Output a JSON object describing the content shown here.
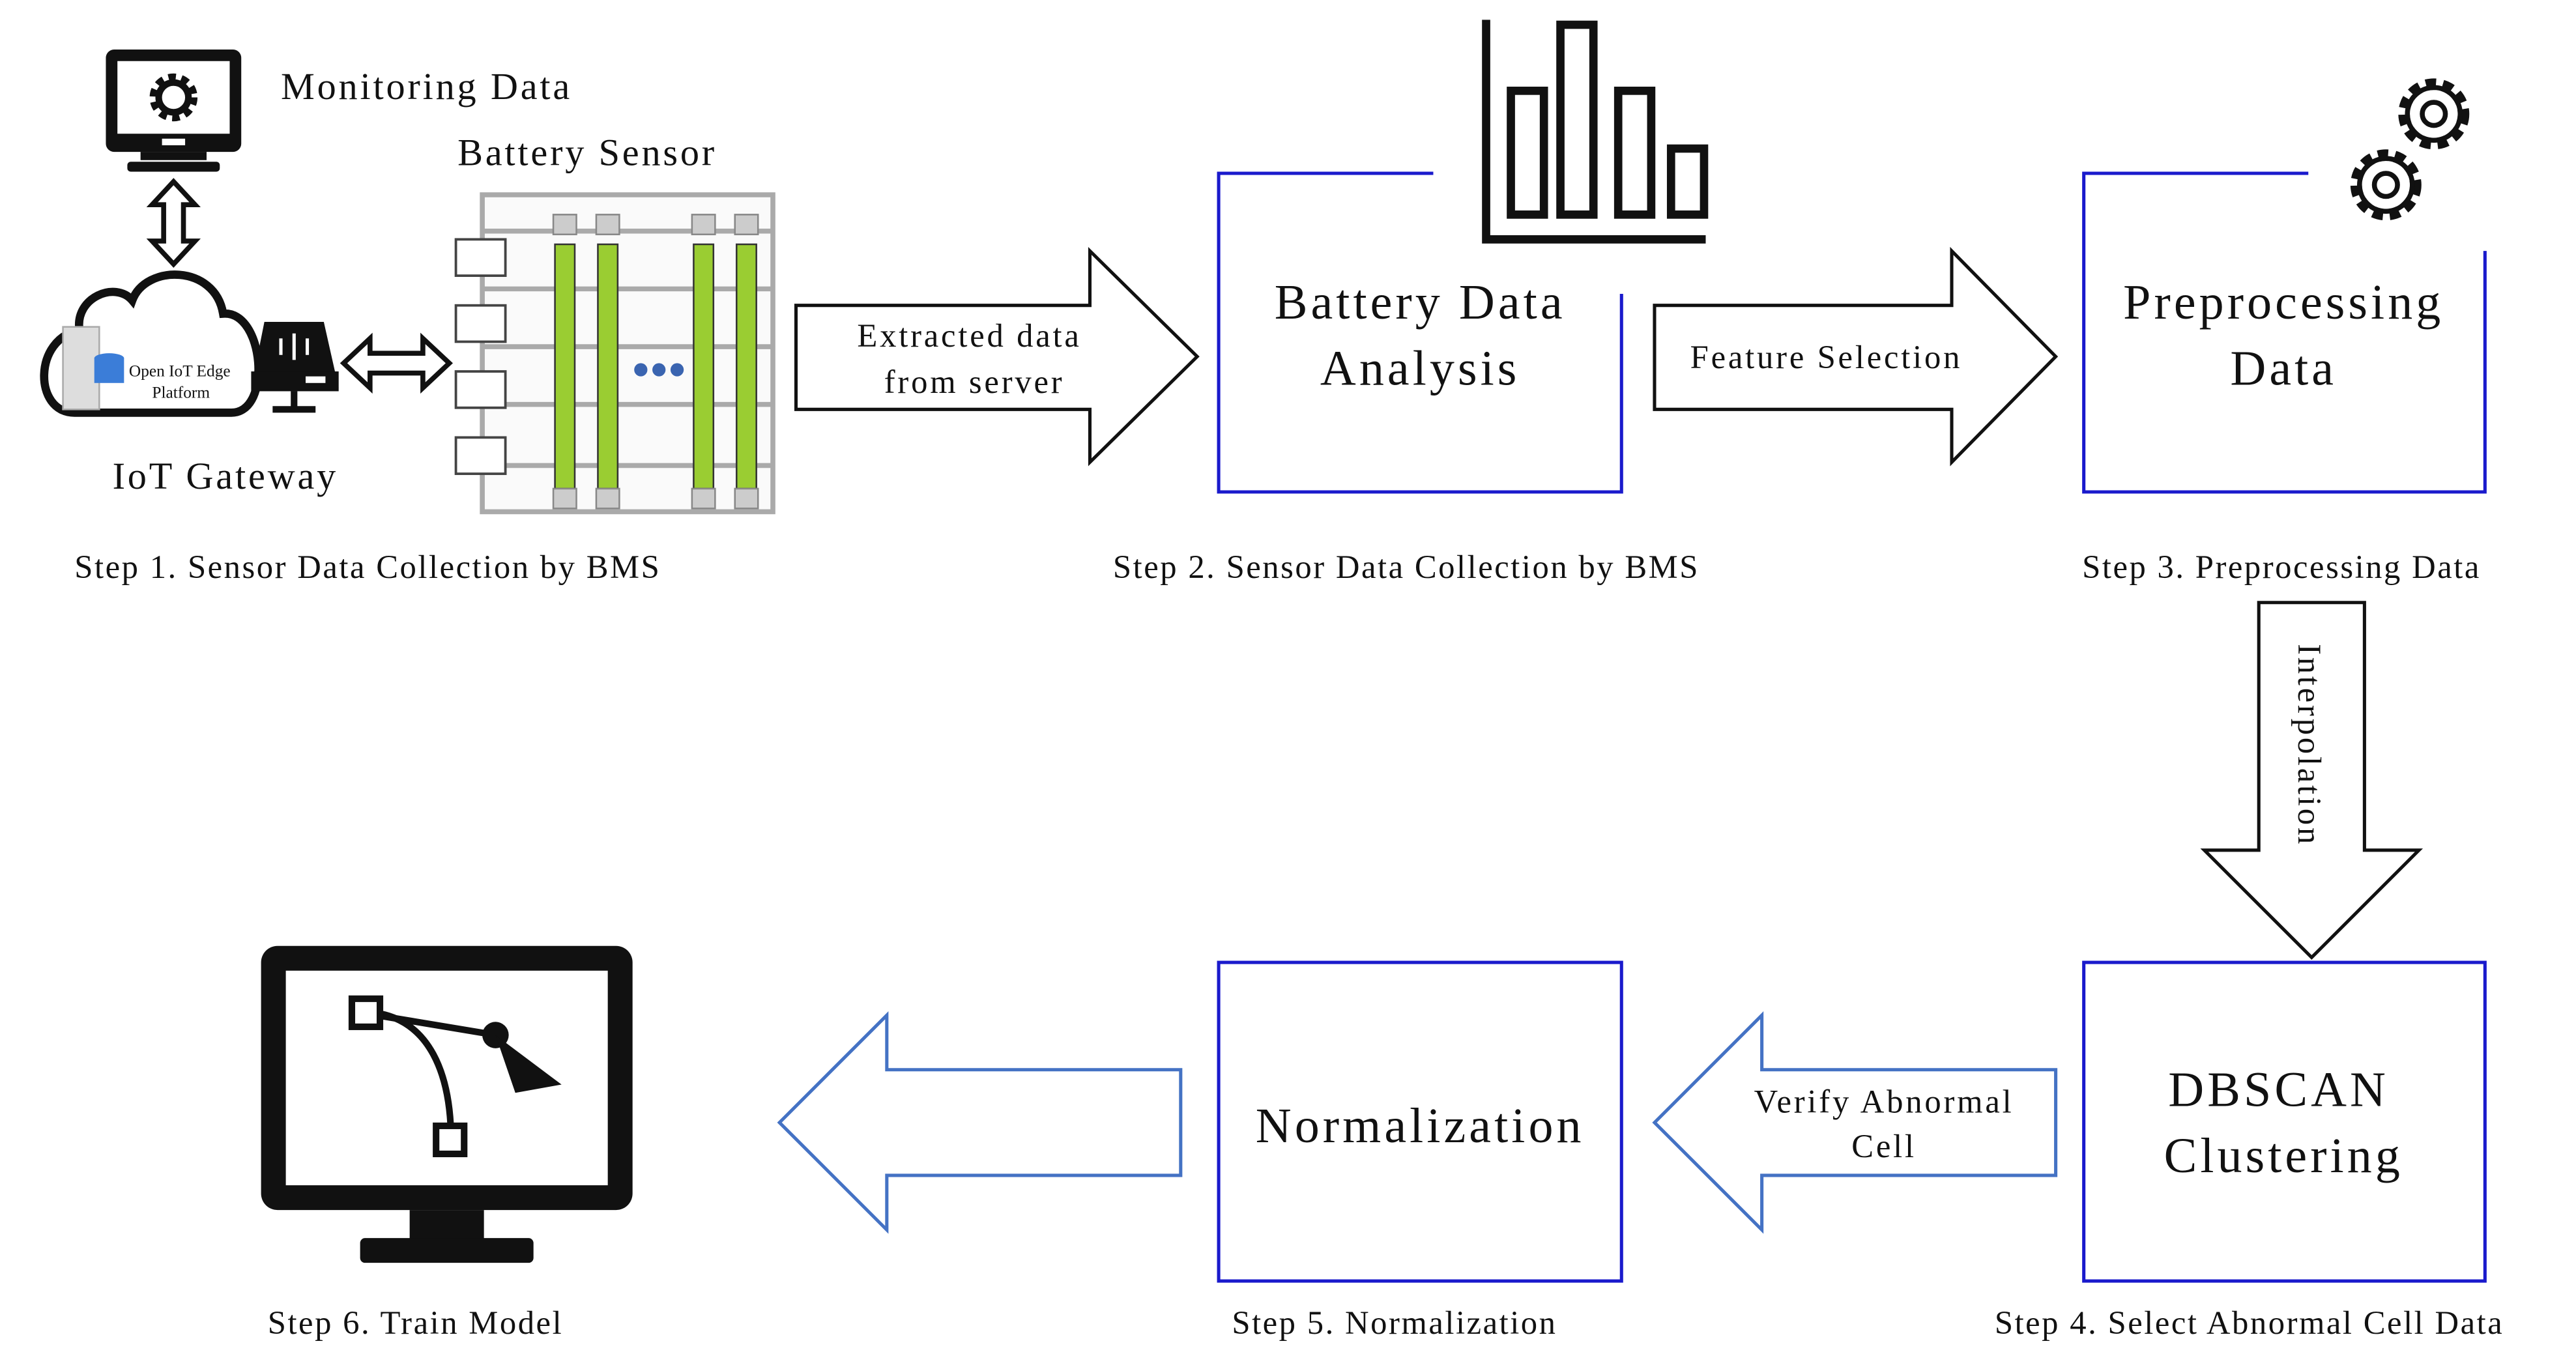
{
  "colors": {
    "box_border": "#1a1acc",
    "arrow_blue": "#4472c4",
    "cell_green": "#9acd32",
    "ink": "#111111"
  },
  "step1": {
    "monitoring_label": "Monitoring Data",
    "battery_label": "Battery Sensor",
    "gateway_label": "IoT Gateway",
    "platform_line1": "Open IoT Edge",
    "platform_line2": "Platform",
    "caption": "Step 1. Sensor Data Collection by BMS"
  },
  "arrow1": {
    "line1": "Extracted data",
    "line2": "from  server"
  },
  "step2": {
    "box_line1": "Battery Data",
    "box_line2": "Analysis",
    "caption": "Step 2. Sensor Data Collection by BMS"
  },
  "arrow2": {
    "label": "Feature Selection"
  },
  "step3": {
    "box_line1": "Preprocessing",
    "box_line2": "Data",
    "caption": "Step 3. Preprocessing Data"
  },
  "arrow3": {
    "label": "Interpolation"
  },
  "step4": {
    "box_line1": "DBSCAN",
    "box_line2": "Clustering",
    "caption": "Step 4. Select Abnormal Cell Data"
  },
  "arrow4": {
    "line1": "Verify Abnormal",
    "line2": "Cell"
  },
  "step5": {
    "box_label": "Normalization",
    "caption": "Step 5. Normalization"
  },
  "step6": {
    "caption": "Step 6. Train Model"
  },
  "icons": [
    "monitor-gear-icon",
    "cloud-icon",
    "gateway-icon",
    "battery-rack-icon",
    "bar-chart-icon",
    "gears-icon",
    "monitor-curve-icon"
  ]
}
